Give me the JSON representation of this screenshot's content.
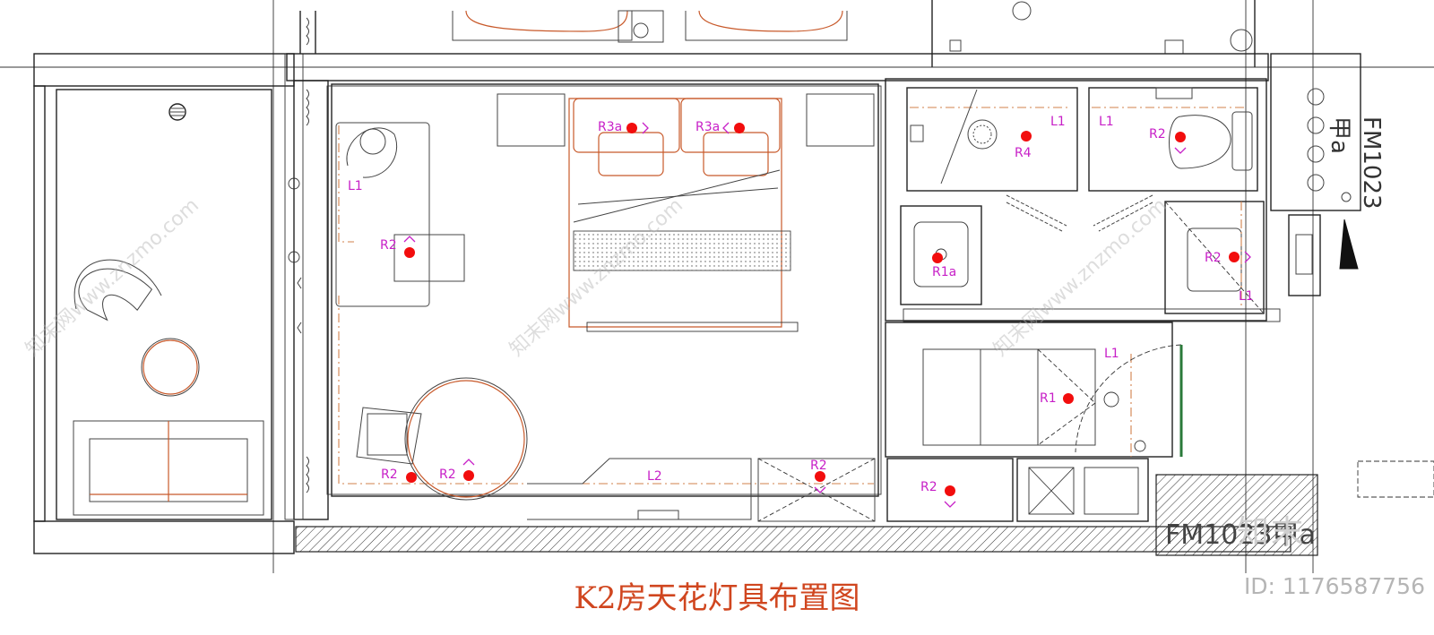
{
  "title": "K2房天花灯具布置图",
  "watermarks": {
    "id_text": "ID: 1176587756",
    "logo_text": "知末",
    "site_text": "知末网www.znzmo.com"
  },
  "door_codes": {
    "right_vertical": "FM1023甲a",
    "bottom": "FM1023甲a"
  },
  "colors": {
    "fixture_dot": "#f20d0d",
    "fixture_label": "#c71fc7",
    "title": "#d0461f",
    "strip_light": "#d2804b"
  },
  "fixtures": [
    {
      "id": "l1_study",
      "label": "L1"
    },
    {
      "id": "r2_desk",
      "label": "R2"
    },
    {
      "id": "r3a_left",
      "label": "R3a"
    },
    {
      "id": "r3a_right",
      "label": "R3a"
    },
    {
      "id": "l1_shower",
      "label": "L1"
    },
    {
      "id": "r4_shower",
      "label": "R4"
    },
    {
      "id": "l1_wc",
      "label": "L1"
    },
    {
      "id": "r2_wc",
      "label": "R2"
    },
    {
      "id": "r1a_basin",
      "label": "R1a"
    },
    {
      "id": "r2_vanity",
      "label": "R2"
    },
    {
      "id": "l1_vanity",
      "label": "L1"
    },
    {
      "id": "l1_wardrobe",
      "label": "L1"
    },
    {
      "id": "r1_wardrobe",
      "label": "R1"
    },
    {
      "id": "r2_window",
      "label": "R2"
    },
    {
      "id": "r2_table",
      "label": "R2"
    },
    {
      "id": "l2_bench",
      "label": "L2"
    },
    {
      "id": "r2_luggage",
      "label": "R2"
    },
    {
      "id": "r2_entry",
      "label": "R2"
    }
  ]
}
